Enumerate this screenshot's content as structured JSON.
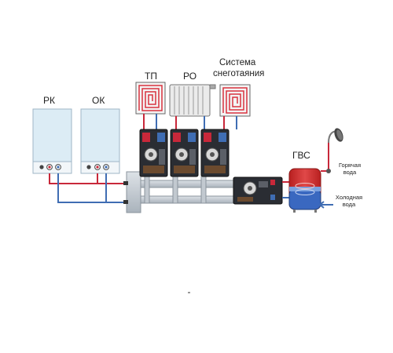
{
  "labels": {
    "rk": "РК",
    "ok": "ОК",
    "tp": "ТП",
    "ro": "РО",
    "snow_line1": "Система",
    "snow_line2": "снеготаяния",
    "gvs": "ГВС",
    "hot_water_line1": "Горячая",
    "hot_water_line2": "вода",
    "cold_water_line1": "Холодная",
    "cold_water_line2": "вода"
  },
  "colors": {
    "supply": "#c8283a",
    "return": "#3f6db3",
    "boiler": "#dcecf5",
    "boiler_border": "#9fb6c6",
    "manifold": "#c9cfd6",
    "module_body": "#2a2d33",
    "floor_loop": "#d8333f",
    "tank_red": "#d63a3a",
    "tank_blue": "#3a68c0"
  },
  "icons": {
    "shower": "shower-icon",
    "arrow": "arrow-left-icon"
  }
}
